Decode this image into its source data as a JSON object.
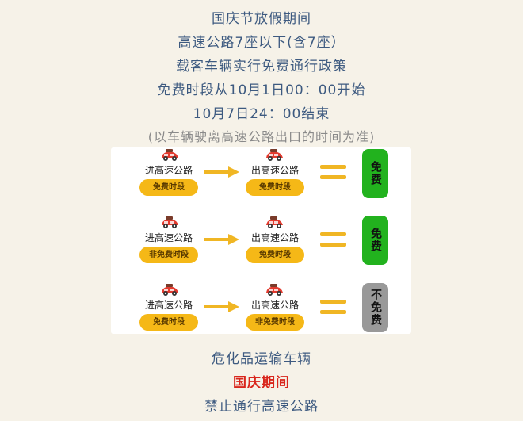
{
  "header": {
    "lines": [
      "国庆节放假期间",
      "高速公路7座以下(含7座）",
      "载客车辆实行免费通行政策",
      "免费时段从10月1日00：00开始",
      "10月7日24：00结束",
      "(以车辆驶离高速公路出口的时间为准)"
    ]
  },
  "diagram": {
    "rows": [
      {
        "entry_label": "进高速公路",
        "entry_period": "免费时段",
        "exit_label": "出高速公路",
        "exit_period": "免费时段",
        "result": "免费",
        "result_color": "#22b21e"
      },
      {
        "entry_label": "进高速公路",
        "entry_period": "非免费时段",
        "exit_label": "出高速公路",
        "exit_period": "免费时段",
        "result": "免费",
        "result_color": "#22b21e"
      },
      {
        "entry_label": "进高速公路",
        "entry_period": "免费时段",
        "exit_label": "出高速公路",
        "exit_period": "非免费时段",
        "result": "不免费",
        "result_color": "#999999"
      }
    ],
    "icons": {
      "car": "car-icon",
      "arrow": "arrow-right-icon",
      "equals": "equals-icon"
    },
    "colors": {
      "pill": "#f5b817",
      "arrow": "#f0b624",
      "free": "#22b21e",
      "not_free": "#999999"
    }
  },
  "footer": {
    "lines": [
      "危化品运输车辆",
      "国庆期间",
      "禁止通行高速公路"
    ],
    "highlight_color": "#d9261c"
  }
}
